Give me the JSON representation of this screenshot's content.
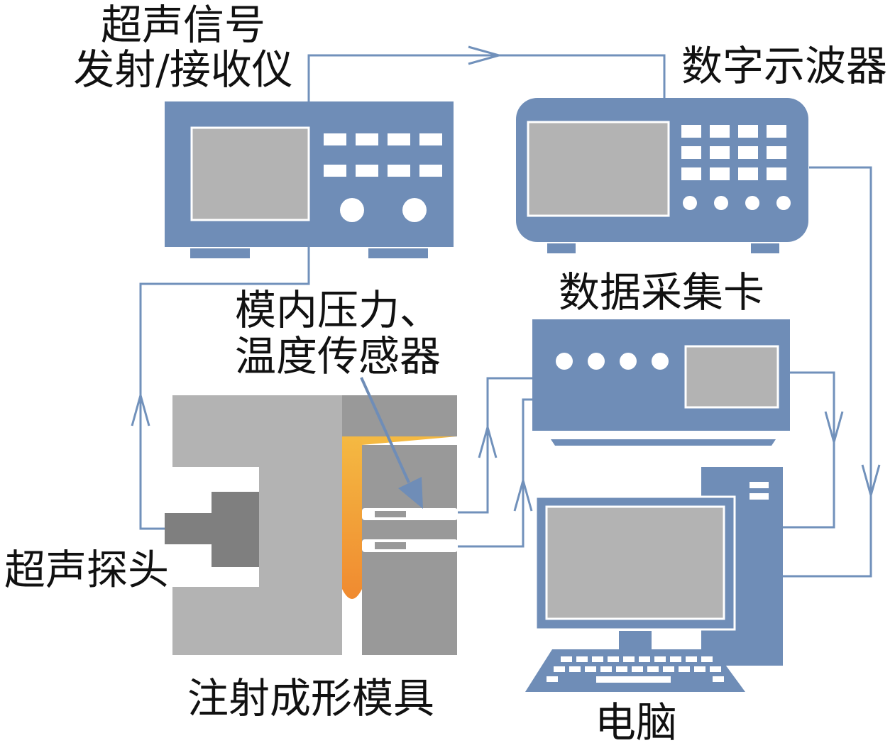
{
  "labels": {
    "ultrasonic_pulser_line1": "超声信号",
    "ultrasonic_pulser_line2": "发射/接收仪",
    "oscilloscope": "数字示波器",
    "daq_card": "数据采集卡",
    "sensors_line1": "模内压力、",
    "sensors_line2": "温度传感器",
    "probe": "超声探头",
    "mold": "注射成形模具",
    "computer": "电脑"
  },
  "colors": {
    "device": "#6f8db7",
    "screen": "#b3b3b3",
    "wire": "#7191bb",
    "mold_light": "#b3b3b3",
    "mold_dark": "#999999",
    "probe_dark": "#7f7f7f",
    "melt_top": "#f4b942",
    "melt_bottom": "#f08a30"
  },
  "icons": {
    "pulser": "ultrasonic-pulser-receiver-icon",
    "oscilloscope": "oscilloscope-icon",
    "daq": "daq-card-icon",
    "computer": "desktop-computer-icon",
    "mold": "injection-mold-icon",
    "probe": "ultrasonic-probe-icon"
  }
}
